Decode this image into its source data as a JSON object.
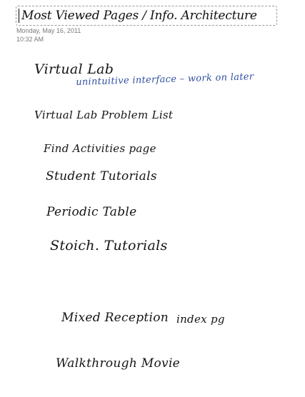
{
  "page": {
    "title": "Most Viewed Pages / Info. Architecture",
    "date": "Monday, May 16, 2011",
    "time": "10:32 AM"
  },
  "notes": [
    {
      "text": "Virtual Lab",
      "color": "#151515"
    },
    {
      "text": "unintuitive interface – work on later",
      "color": "#2f4f9f"
    },
    {
      "text": "Virtual Lab Problem List",
      "color": "#151515"
    },
    {
      "text": "Find Activities page",
      "color": "#151515"
    },
    {
      "text": "Student Tutorials",
      "color": "#151515"
    },
    {
      "text": "Periodic Table",
      "color": "#151515"
    },
    {
      "text": "Stoich. Tutorials",
      "color": "#151515"
    },
    {
      "text": "Mixed Reception",
      "color": "#151515"
    },
    {
      "text": "index pg",
      "color": "#151515"
    },
    {
      "text": "Walkthrough Movie",
      "color": "#151515"
    }
  ]
}
